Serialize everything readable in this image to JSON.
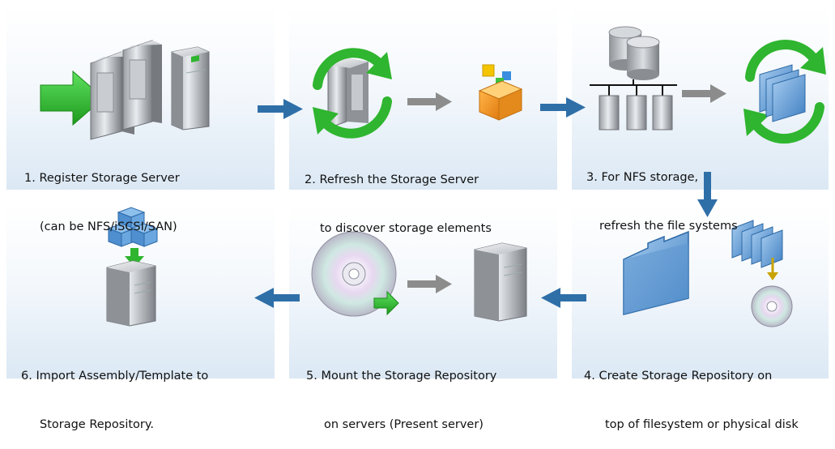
{
  "steps": [
    {
      "number": "1.",
      "line1": "Register Storage Server",
      "line2": "(can be NFS/iSCSI/SAN)"
    },
    {
      "number": "2.",
      "line1": "Refresh the Storage Server",
      "line2": "to discover storage elements"
    },
    {
      "number": "3.",
      "line1": "For NFS storage,",
      "line2": "refresh the file systems"
    },
    {
      "number": "4.",
      "line1": "Create Storage Repository on",
      "line2": "top of filesystem or physical disk"
    },
    {
      "number": "5.",
      "line1": "Mount the Storage Repository",
      "line2": "on servers (Present server)"
    },
    {
      "number": "6.",
      "line1": "Import Assembly/Template to",
      "line2": "Storage Repository."
    }
  ],
  "colors": {
    "flow_arrow": "#2f6fa8",
    "sub_arrow": "#8c8c8c",
    "green": "#2fb52f",
    "folder_blue": "#6fa3d6"
  },
  "icons": [
    "green-arrow-icon",
    "server-rack-icon",
    "refresh-icon",
    "package-icon",
    "database-icon",
    "network-servers-icon",
    "filesystems-icon",
    "folder-icon",
    "disc-icon",
    "blocks-icon"
  ]
}
